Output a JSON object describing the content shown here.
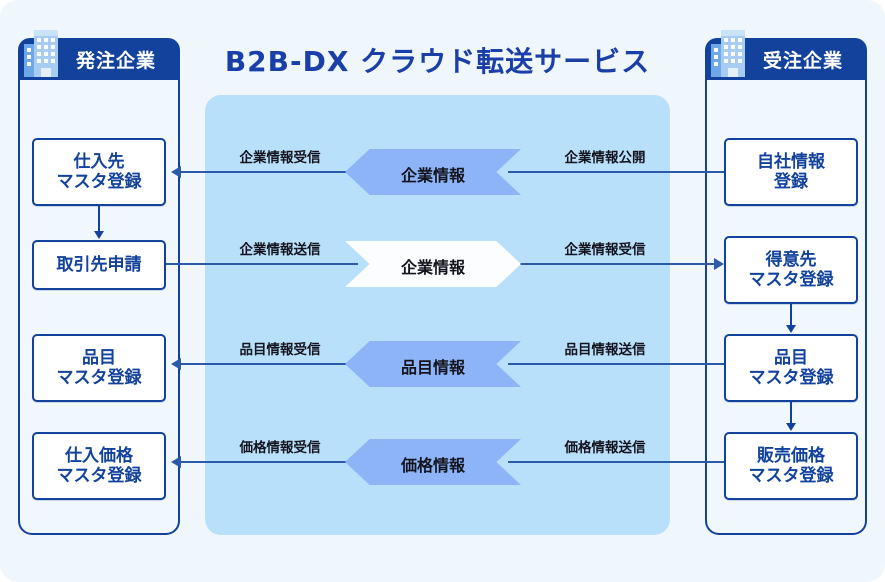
{
  "title": "B2B-DX クラウド転送サービス",
  "accent": {
    "navy": "#12429c",
    "title_blue": "#1a3fa8",
    "center_panel": "#b9e0fa",
    "chevron_blue": "#8cb4f7",
    "chevron_white": "#fbfdff",
    "page_bg": "#eff7fd",
    "line_blue": "#2a5ba8"
  },
  "left_panel": {
    "header_label": "発注企業",
    "icon": "building-icon",
    "boxes": [
      {
        "lines": [
          "仕入先",
          "マスタ登録"
        ]
      },
      {
        "lines": [
          "取引先申請"
        ]
      },
      {
        "lines": [
          "品目",
          "マスタ登録"
        ]
      },
      {
        "lines": [
          "仕入価格",
          "マスタ登録"
        ]
      }
    ]
  },
  "right_panel": {
    "header_label": "受注企業",
    "icon": "building-icon",
    "boxes": [
      {
        "lines": [
          "自社情報",
          "登録"
        ]
      },
      {
        "lines": [
          "得意先",
          "マスタ登録"
        ]
      },
      {
        "lines": [
          "品目",
          "マスタ登録"
        ]
      },
      {
        "lines": [
          "販売価格",
          "マスタ登録"
        ]
      }
    ]
  },
  "flows": [
    {
      "left_caption": "企業情報受信",
      "chevron_label": "企業情報",
      "right_caption": "企業情報公開",
      "direction": "right-to-left",
      "chevron_style": "blue"
    },
    {
      "left_caption": "企業情報送信",
      "chevron_label": "企業情報",
      "right_caption": "企業情報受信",
      "direction": "left-to-right",
      "chevron_style": "white"
    },
    {
      "left_caption": "品目情報受信",
      "chevron_label": "品目情報",
      "right_caption": "品目情報送信",
      "direction": "right-to-left",
      "chevron_style": "blue"
    },
    {
      "left_caption": "価格情報受信",
      "chevron_label": "価格情報",
      "right_caption": "価格情報送信",
      "direction": "right-to-left",
      "chevron_style": "blue"
    }
  ]
}
